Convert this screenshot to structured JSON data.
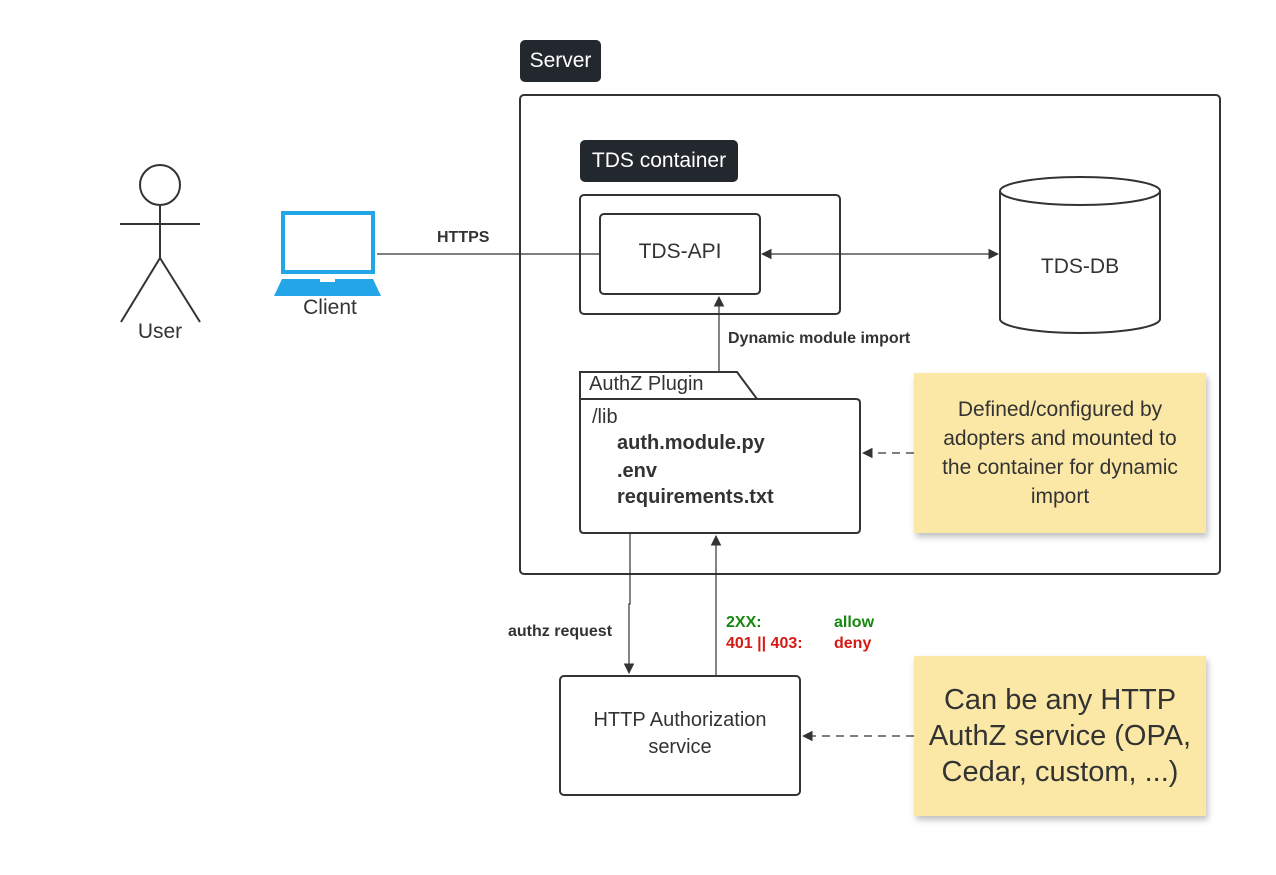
{
  "user": {
    "label": "User"
  },
  "client": {
    "label": "Client"
  },
  "server": {
    "tag": "Server"
  },
  "tds_container": {
    "tag": "TDS container"
  },
  "tds_api": {
    "label": "TDS-API"
  },
  "tds_db": {
    "label": "TDS-DB"
  },
  "edges": {
    "https": "HTTPS",
    "dynamic_import": "Dynamic module import",
    "authz_request": "authz request"
  },
  "plugin": {
    "title": "AuthZ Plugin",
    "dir": "/lib",
    "files": [
      "auth.module.py",
      ".env",
      "requirements.txt"
    ]
  },
  "responses": {
    "ok_code": "2XX:",
    "ok_result": "allow",
    "fail_code": "401 || 403:",
    "fail_result": "deny",
    "ok_color": "#15880f",
    "fail_color": "#d51a16"
  },
  "authz_service": {
    "label": "HTTP Authorization service"
  },
  "notes": {
    "plugin_note": "Defined/configured by adopters and mounted to the container for dynamic import",
    "service_note": "Can be any HTTP AuthZ service (OPA, Cedar, custom, ...)"
  },
  "colors": {
    "client_blue": "#22a6e8",
    "tag_bg": "#23272e",
    "note_bg": "#fbe8a6"
  }
}
